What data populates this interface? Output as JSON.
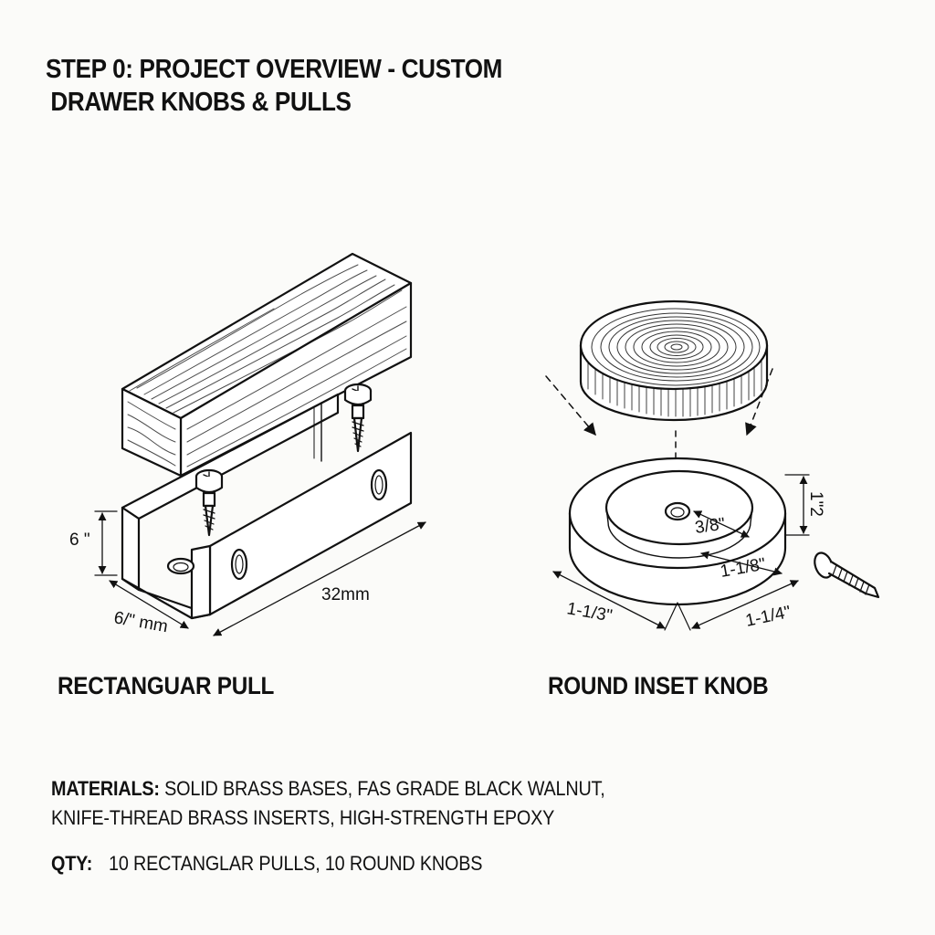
{
  "title": {
    "line1": "STEP 0: PROJECT OVERVIEW - CUSTOM",
    "line2": "DRAWER KNOBS & PULLS"
  },
  "pull": {
    "caption": "RECTANGUAR PULL",
    "dims": {
      "height": "6 \"",
      "width": "6/\" mm",
      "length": "32mm"
    }
  },
  "knob": {
    "caption": "ROUND INSET KNOB",
    "dims": {
      "hole": "3/8\"",
      "height": "1\"2",
      "inner": "1-1/8\"",
      "outer_left": "1-1/3\"",
      "outer_right": "1-1/4\""
    }
  },
  "materials": {
    "label": "MATERIALS:",
    "line1": " SOLID BRASS BASES, FAS GRADE BLACK WALNUT,",
    "line2": "KNIFE-THREAD BRASS INSERTS, HIGH-STRENGTH EPOXY"
  },
  "qty": {
    "label": "QTY:",
    "text": "10 RECTANGLAR PULLS, 10 ROUND KNOBS"
  },
  "colors": {
    "ink": "#111111",
    "paper": "#fbfbf9"
  }
}
